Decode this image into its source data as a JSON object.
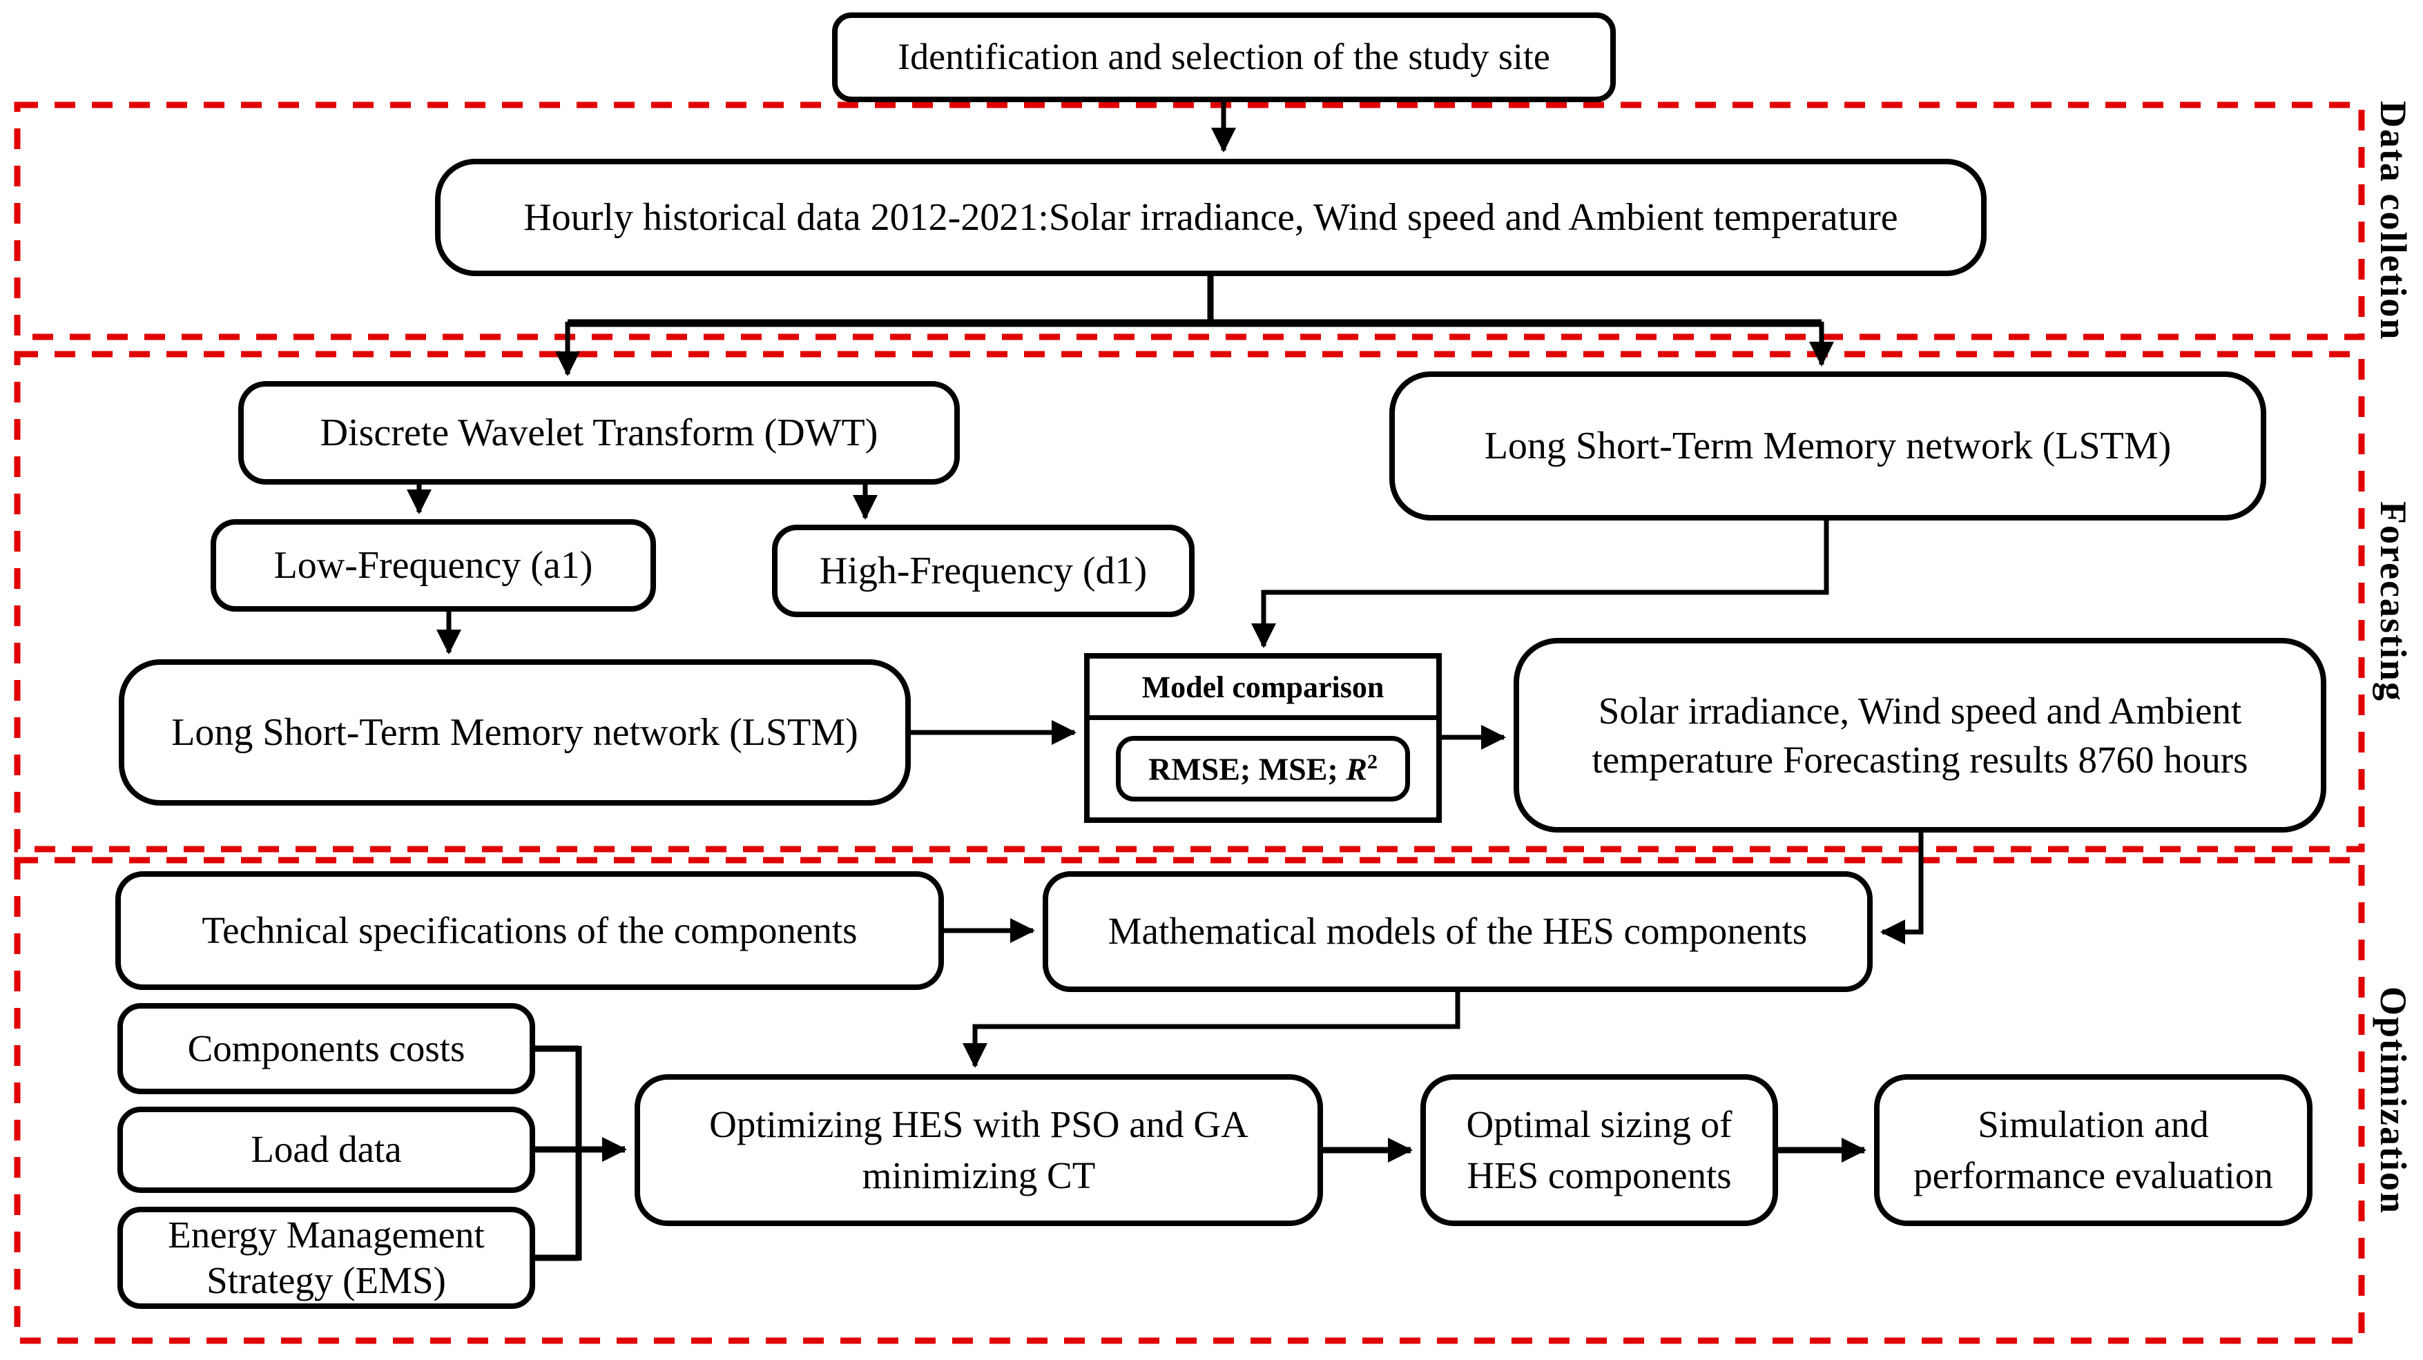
{
  "figure": {
    "background": "#ffffff",
    "line_color": "#000000",
    "frame_color": "#e00000",
    "sections": {
      "data_collection": "Data colletion",
      "forecasting": "Forecasting",
      "optimization": "Optimization"
    },
    "nodes": {
      "study_site": "Identification and selection of the study site",
      "hourly_data": "Hourly historical data 2012-2021:Solar irradiance, Wind speed and Ambient temperature",
      "dwt": "Discrete Wavelet Transform (DWT)",
      "lstm_top": "Long Short-Term Memory network (LSTM)",
      "low_frequency": "Low-Frequency (a1)",
      "high_frequency": "High-Frequency (d1)",
      "lstm_bottom": "Long Short-Term Memory network (LSTM)",
      "model_comparison_title": "Model comparison",
      "metrics_prefix": "RMSE; MSE; ",
      "metrics_symbol": "R",
      "metrics_exponent": "2",
      "results_line1": "Solar irradiance, Wind speed and Ambient",
      "results_line2": "temperature Forecasting results 8760 hours",
      "tech_specs": "Technical specifications of the components",
      "math_models": "Mathematical models of the HES components",
      "components_costs": "Components costs",
      "load_data": "Load data",
      "ems_line1": "Energy Management",
      "ems_line2": "Strategy (EMS)",
      "optimizing_line1": "Optimizing HES with PSO and GA",
      "optimizing_line2": "minimizing CT",
      "optimal_sizing_line1": "Optimal sizing of",
      "optimal_sizing_line2": "HES components",
      "simulation_line1": "Simulation and",
      "simulation_line2": "performance evaluation"
    }
  }
}
